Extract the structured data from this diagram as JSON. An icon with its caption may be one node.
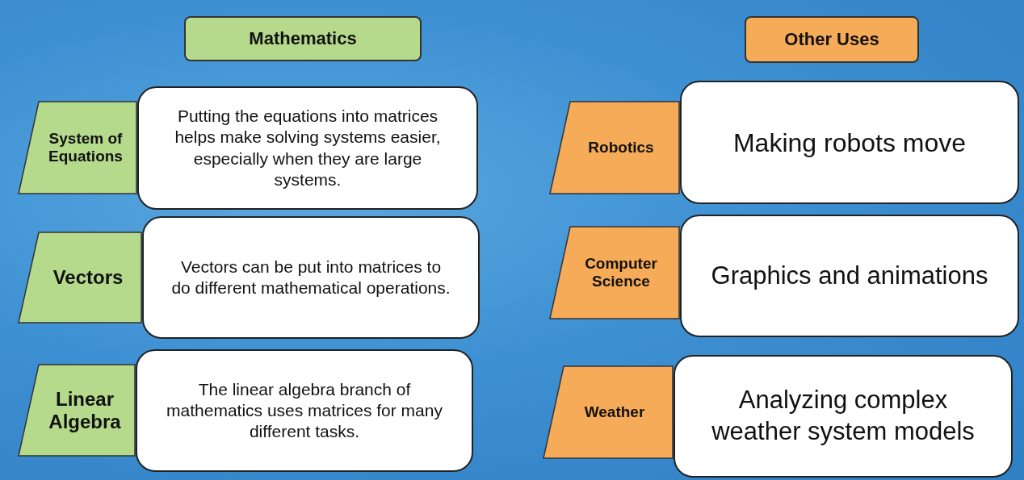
{
  "diagram": {
    "nodes": [
      {
        "text": [
          "Mathematics"
        ]
      },
      {
        "text": [
          "Other Uses"
        ]
      },
      {
        "text": [
          "System of Equations"
        ]
      },
      {
        "text": [
          "Putting the equations into matrices helps make solving systems easier, especially when they are large systems."
        ]
      },
      {
        "text": [
          "Robotics"
        ]
      },
      {
        "text": [
          "Making robots move"
        ]
      },
      {
        "text": [
          "Vectors"
        ]
      },
      {
        "text": [
          "Vectors can be put into matrices to do different mathematical operations."
        ]
      },
      {
        "text": [
          "Computer Science"
        ]
      },
      {
        "text": [
          "Graphics and animations"
        ]
      },
      {
        "text": [
          "Linear Algebra"
        ]
      },
      {
        "text": [
          "The linear algebra branch of mathematics uses matrices for many different tasks."
        ]
      },
      {
        "text": [
          "Weather"
        ]
      },
      {
        "text": [
          "Analyzing complex weather system models"
        ]
      }
    ]
  }
}
